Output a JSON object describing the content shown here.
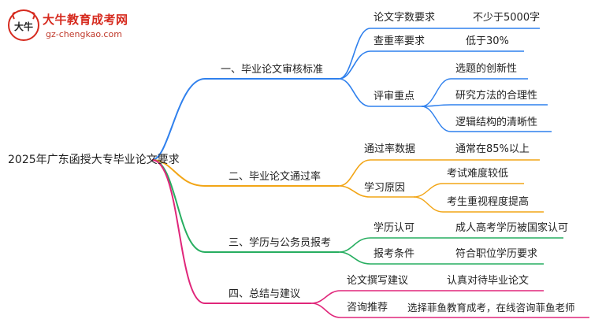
{
  "brand": {
    "name_cn": "大牛教育成考网",
    "domain": "gz-chengkao.com",
    "mark_text": "大牛"
  },
  "root": "2025年广东函授大专毕业论文要求",
  "branches": [
    {
      "label": "一、毕业论文审核标准",
      "color": "#2f80ed",
      "children": [
        {
          "label": "论文字数要求",
          "value": "不少于5000字"
        },
        {
          "label": "查重率要求",
          "value": "低于30%"
        },
        {
          "label": "评审重点",
          "items": [
            "选题的创新性",
            "研究方法的合理性",
            "逻辑结构的清晰性"
          ]
        }
      ]
    },
    {
      "label": "二、毕业论文通过率",
      "color": "#f2a516",
      "children": [
        {
          "label": "通过率数据",
          "value": "通常在85%以上"
        },
        {
          "label": "学习原因",
          "items": [
            "考试难度较低",
            "考生重视程度提高"
          ]
        }
      ]
    },
    {
      "label": "三、学历与公务员报考",
      "color": "#27ae60",
      "children": [
        {
          "label": "学历认可",
          "value": "成人高考学历被国家认可"
        },
        {
          "label": "报考条件",
          "value": "符合职位学历要求"
        }
      ]
    },
    {
      "label": "四、总结与建议",
      "color": "#e0267a",
      "children": [
        {
          "label": "论文撰写建议",
          "value": "认真对待毕业论文"
        },
        {
          "label": "咨询推荐",
          "value": "选择菲鱼教育成考，在线咨询菲鱼老师"
        }
      ]
    }
  ]
}
